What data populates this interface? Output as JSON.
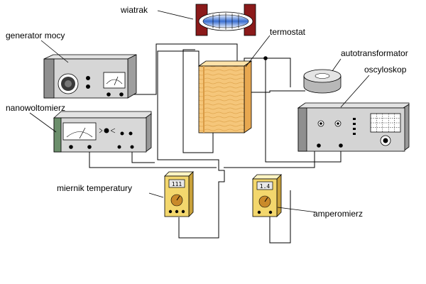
{
  "labels": {
    "fan": "wiatrak",
    "power_generator": "generator mocy",
    "thermostat": "termostat",
    "autotransformer": "autotransformator",
    "oscilloscope": "oscyloskop",
    "nanovoltmeter": "nanowoltomierz",
    "temperature_meter": "miernik temperatury",
    "ammeter": "amperomierz"
  },
  "displays": {
    "temperature_meter": "111",
    "ammeter": "1.4"
  }
}
